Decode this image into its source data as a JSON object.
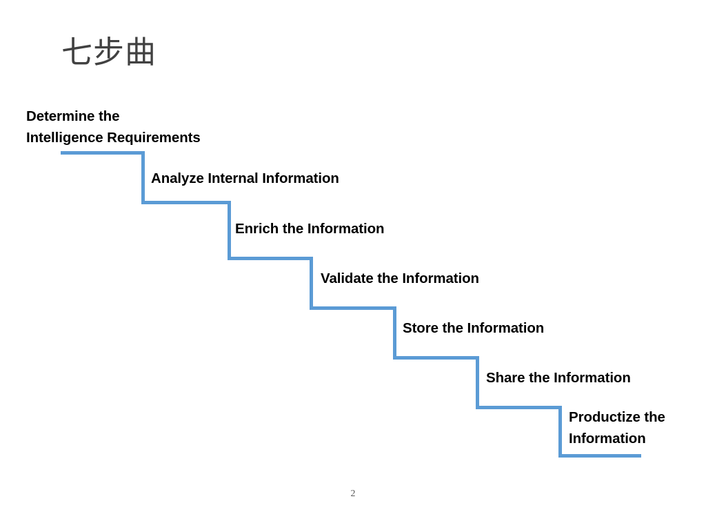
{
  "slide": {
    "title": "七步曲",
    "page_number": "2",
    "accent_color": "#5b9bd5",
    "title_color": "#414141",
    "label_color": "#000000",
    "background_color": "#ffffff"
  },
  "steps": [
    {
      "index": 1,
      "label": "Determine the\nIntelligence Requirements"
    },
    {
      "index": 2,
      "label": "Analyze Internal Information"
    },
    {
      "index": 3,
      "label": "Enrich the Information"
    },
    {
      "index": 4,
      "label": "Validate the Information"
    },
    {
      "index": 5,
      "label": "Store the Information"
    },
    {
      "index": 6,
      "label": "Share the Information"
    },
    {
      "index": 7,
      "label": "Productize the\nInformation"
    }
  ]
}
